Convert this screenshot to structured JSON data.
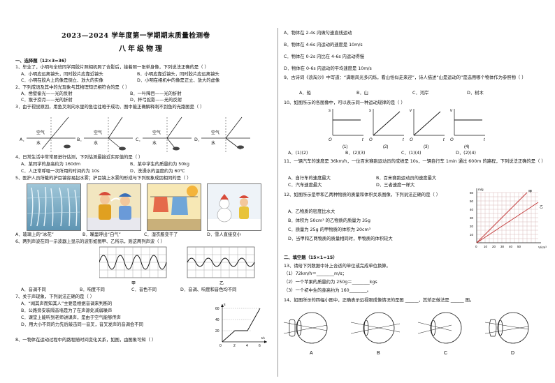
{
  "header": {
    "title": "2023—2024 学年度第一学期期末质量检测卷",
    "subtitle": "八年级物理"
  },
  "left": {
    "section1": "一、选择题（12×3=36）",
    "q1": "1、毕业了，小明与全班同学用胶片照相机照了合影后，接着照一张单身像，下列说法正确的是（      ）",
    "q1a": "A．小明应远离镜头，同时胶片应靠近镜头",
    "q1b": "B．小明应靠近镜头，同时胶片应远离镜头",
    "q1c": "C．小明在胶片上的像是倒立、放大的实像",
    "q1d": "D．小明在相机中的像是正立、放大的虚像",
    "q2": "2、下列成语及其中的光现象与其物理知识相符合的是（      ）",
    "q2a": "A．凿壁偷光——光的反射",
    "q2b": "B．一叶障目——光的折射",
    "q2c": "C．猴子捞月——光的折射",
    "q2d": "D．杯弓蛇影——光的反射",
    "q3": "3．由于视觉原因，用鱼叉刺向水里的鱼往往难于成功．图中能正确解释刺不到鱼的光路图是（      ）",
    "q3_labels": [
      "A．",
      "B．",
      "C．",
      "D．"
    ],
    "q3_air": "空气",
    "q3_water": "水",
    "q4": "4、日常生活中常常要进行估测，下列估测最接近实际值的是（      ）",
    "q4a": "A．某同学的身高约为 160dm",
    "q4b": "B．某中学生的质量约为 50kg",
    "q4c": "C．人正常呼吸一次所用的时间约为 10s",
    "q4d": "D．洗澡水的温度约为 60℃",
    "q5": "5、医护人员所戴的护目镜容易起水雾；护目镜上水雾的形成与下列现象成因相同的是（      ）",
    "q5a": "A．玻璃上的“冰花”",
    "q5b": "B．嘴里呼出“白气”",
    "q5c": "C．湿衣服变干了",
    "q5d": "D．雪人直接变小",
    "q6": "6、两列声波在同一示波器上显示的波形如图甲、乙所示，则这两列声波（      ）",
    "q6_jia": "甲",
    "q6_yi": "乙",
    "q6a": "A．音调不同",
    "q6b": "B．响度不同",
    "q6c": "C．音色不同",
    "q6d": "D．音调、响度和音色均不同",
    "q7": "7、关于声现象，下列说法正确的是（      ）",
    "q7a": "A．“闻其声而知其人”主要是根据音调来判断的",
    "q7b": "B．公路旁安装隔音墙是为了在声源处减弱噪声",
    "q7c": "C．课堂上能听到老师讲课声，是由于空气能够传声",
    "q7d": "D．用大小不同的力先后敲击同一音叉，音叉发声的音调会不同",
    "q8": "8、一物体在运动过程中的路程随时间变化关系，如图，由图象可知（      ）",
    "q8_graph": {
      "s_ticks": [
        "20",
        "40",
        "60"
      ],
      "t_ticks": [
        "0",
        "2",
        "4",
        "6"
      ],
      "s_label": "s",
      "t_label": "t/s"
    }
  },
  "right": {
    "q8a": "A．物体在 2-4s 内做匀速直线运动",
    "q8b": "B．物体在 4-6s 内运动的速度是 10m/s",
    "q8c": "C．物体在 0-2s 内比在 4-6s 内运动得慢",
    "q8d": "D．物体在 0-6s 内运动的平均速度是 10m/s",
    "q9": "9、古诗词《浪淘沙》中写道：“满眼风光多闪烁，看山恰似走来迎”，诗人描述“山是运动的”是选用哪个物体作为参照物（      ）",
    "q9a": "A．船",
    "q9b": "B．山",
    "q9c": "C．河岸",
    "q9d": "D．树木",
    "q10": "10、如图所示的各图像中，可以表示同一种运动规律的是（      ）",
    "q10_graph_labels": [
      "(1)",
      "(2)",
      "(3)",
      "(4)"
    ],
    "q10_axis": {
      "s": "s",
      "v": "v",
      "t": "t",
      "o": "O"
    },
    "q10a": "A．(1)(2)",
    "q10b": "B．(2)(3)",
    "q10c": "C．(1)(4)",
    "q10d": "D．(2)(4)",
    "q11": "11、一辆汽车的速度是 36km/h，一位百米赛跑运动员的成绩是 10s，一辆自行车 1min 通过 600m 的路程，下列说法正确的是（      ）",
    "q11a": "A．自行车的速度最大",
    "q11b": "B．百米赛跑运动员的速度最大",
    "q11c": "C．汽车速度最大",
    "q11d": "D．三者速度一样大",
    "q12": "12、如图所示是甲和乙两种物质的质量和体积关系图像，下列说法正确的是（      ）",
    "q12a": "A．乙物质的密度比水大",
    "q12b": "B．体积为 50cm³ 的乙物质的质量为 35g",
    "q12c": "C．质量为 25g 的甲物质的体积为 20cm³",
    "q12d": "D．当甲和乙两物质的质量相同时，甲物质的体积较大",
    "q12_graph": {
      "y_label": "m/g",
      "x_label": "V/cm³",
      "y_ticks": [
        "10",
        "20",
        "30",
        "40",
        "50",
        "60"
      ],
      "x_ticks": [
        "0",
        "10",
        "20",
        "30",
        "40",
        "50"
      ],
      "jia": "甲",
      "yi": "乙"
    },
    "section2": "二、填空题（15×1=15）",
    "q13": "13、请给下列数据中补上合适的单位或完成单位换算。",
    "q13_1": "（1）72km/h＝________m/s；",
    "q13_2": "（2）一个苹果的质量约为 250g＝________kgs",
    "q13_3": "（3）一个初中生的身高约为 160________。",
    "q14": "14、如图所示的四幅小图中，正确表示远视眼成像情况的是图 ______，其矫正做法是 ______ 图。",
    "q14_labels": [
      "A",
      "B",
      "C",
      "D"
    ]
  }
}
